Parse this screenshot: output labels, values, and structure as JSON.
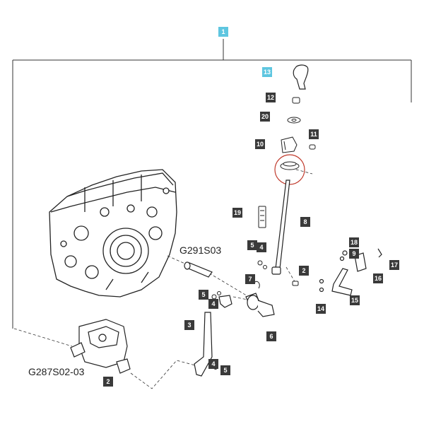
{
  "assembly_label": "1",
  "references": {
    "top_right": "G291S03",
    "bottom_left": "G287S02-03"
  },
  "callouts": {
    "c13": "13",
    "c12": "12",
    "c20": "20",
    "c11": "11",
    "c10": "10",
    "c19": "19",
    "c8": "8",
    "c5a": "5",
    "c4a": "4",
    "c7": "7",
    "c2a": "2",
    "c5b": "5",
    "c4b": "4",
    "c3": "3",
    "c6": "6",
    "c2b": "2",
    "c4c": "4",
    "c5c": "5",
    "c18": "18",
    "c9": "9",
    "c17": "17",
    "c16": "16",
    "c15": "15",
    "c14": "14"
  },
  "colors": {
    "highlight": "#5ec6e0",
    "callout_bg": "#3a3a3a",
    "line": "#333333",
    "focus_ring": "#c0392b"
  }
}
